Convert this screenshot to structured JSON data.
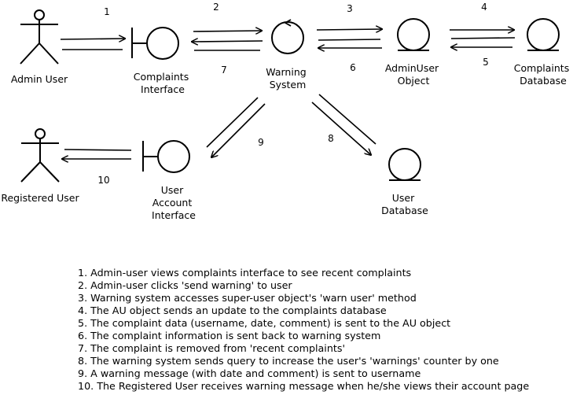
{
  "nodes": {
    "admin_user": [
      "Admin User"
    ],
    "complaints_interface": [
      "Complaints",
      "Interface"
    ],
    "warning_system": [
      "Warning",
      "System"
    ],
    "adminuser_object": [
      "AdminUser",
      "Object"
    ],
    "complaints_database": [
      "Complaints",
      "Database"
    ],
    "registered_user": [
      "Registered User"
    ],
    "user_account_interface": [
      "User",
      "Account",
      "Interface"
    ],
    "user_database": [
      "User",
      "Database"
    ]
  },
  "message_numbers": {
    "m1": "1",
    "m2": "2",
    "m3": "3",
    "m4": "4",
    "m5": "5",
    "m6": "6",
    "m7": "7",
    "m8": "8",
    "m9": "9",
    "m10": "10"
  },
  "steps": [
    "1. Admin-user views complaints interface to see recent complaints",
    "2. Admin-user clicks 'send warning' to user",
    "3. Warning system accesses super-user object's 'warn user' method",
    "4. The AU object sends an update to the complaints database",
    "5. The complaint data (username, date, comment) is sent to the AU object",
    "6. The complaint information is sent back to warning system",
    "7. The complaint is removed from 'recent complaints'",
    "8. The warning system sends query to increase the user's 'warnings' counter by one",
    "9. A warning message (with date and comment) is sent to username",
    "10. The Registered User receives warning message when he/she views their account page"
  ]
}
